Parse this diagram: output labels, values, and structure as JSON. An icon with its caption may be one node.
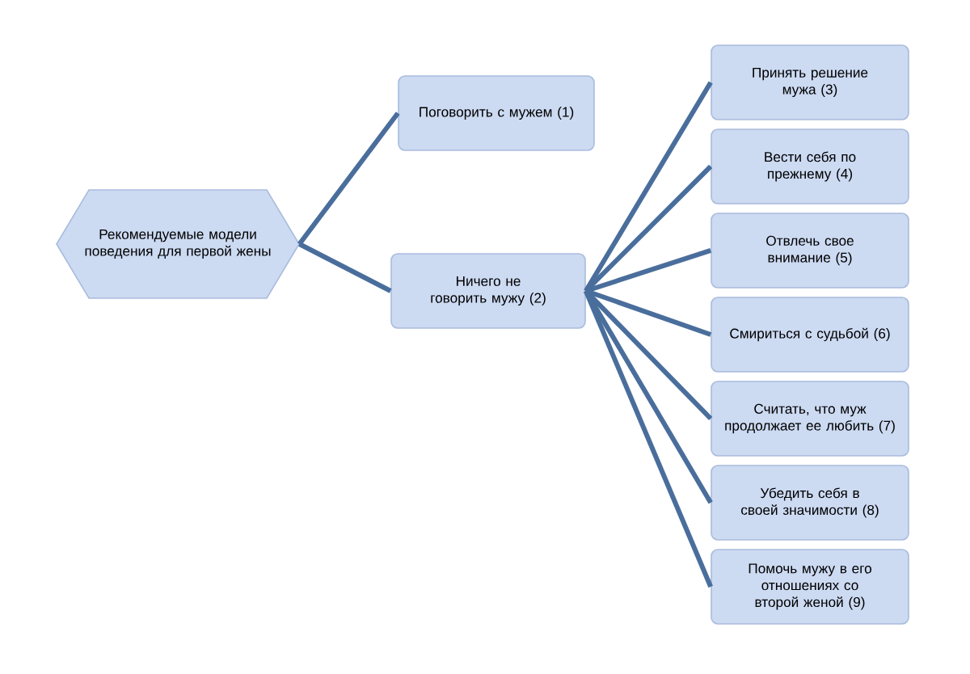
{
  "diagram": {
    "nodes": [
      {
        "text": [
          "Рекомендуемые модели поведения для первой жены"
        ]
      },
      {
        "text": [
          "Поговорить с мужем (1)"
        ]
      },
      {
        "text": [
          "Ничего не говорить мужу (2)"
        ]
      },
      {
        "text": [
          "Принять решение мужа (3)"
        ]
      },
      {
        "text": [
          "Вести себя по прежнему (4)"
        ]
      },
      {
        "text": [
          "Отвлечь свое внимание (5)"
        ]
      },
      {
        "text": [
          "Смириться с судьбой (6)"
        ]
      },
      {
        "text": [
          "Считать, что муж продолжает ее любить (7)"
        ]
      },
      {
        "text": [
          "Убедить себя в своей значимости (8)"
        ]
      },
      {
        "text": [
          "Помочь мужу в его отношениях со второй женой (9)"
        ]
      }
    ],
    "edges": [
      {
        "from": 0,
        "to": 1,
        "arrow": "none"
      },
      {
        "from": 0,
        "to": 2,
        "arrow": "none"
      },
      {
        "from": 2,
        "to": 3,
        "arrow": "none"
      },
      {
        "from": 2,
        "to": 4,
        "arrow": "none"
      },
      {
        "from": 2,
        "to": 5,
        "arrow": "none"
      },
      {
        "from": 2,
        "to": 6,
        "arrow": "none"
      },
      {
        "from": 2,
        "to": 7,
        "arrow": "none"
      },
      {
        "from": 2,
        "to": 8,
        "arrow": "none"
      },
      {
        "from": 2,
        "to": 9,
        "arrow": "none"
      }
    ]
  }
}
